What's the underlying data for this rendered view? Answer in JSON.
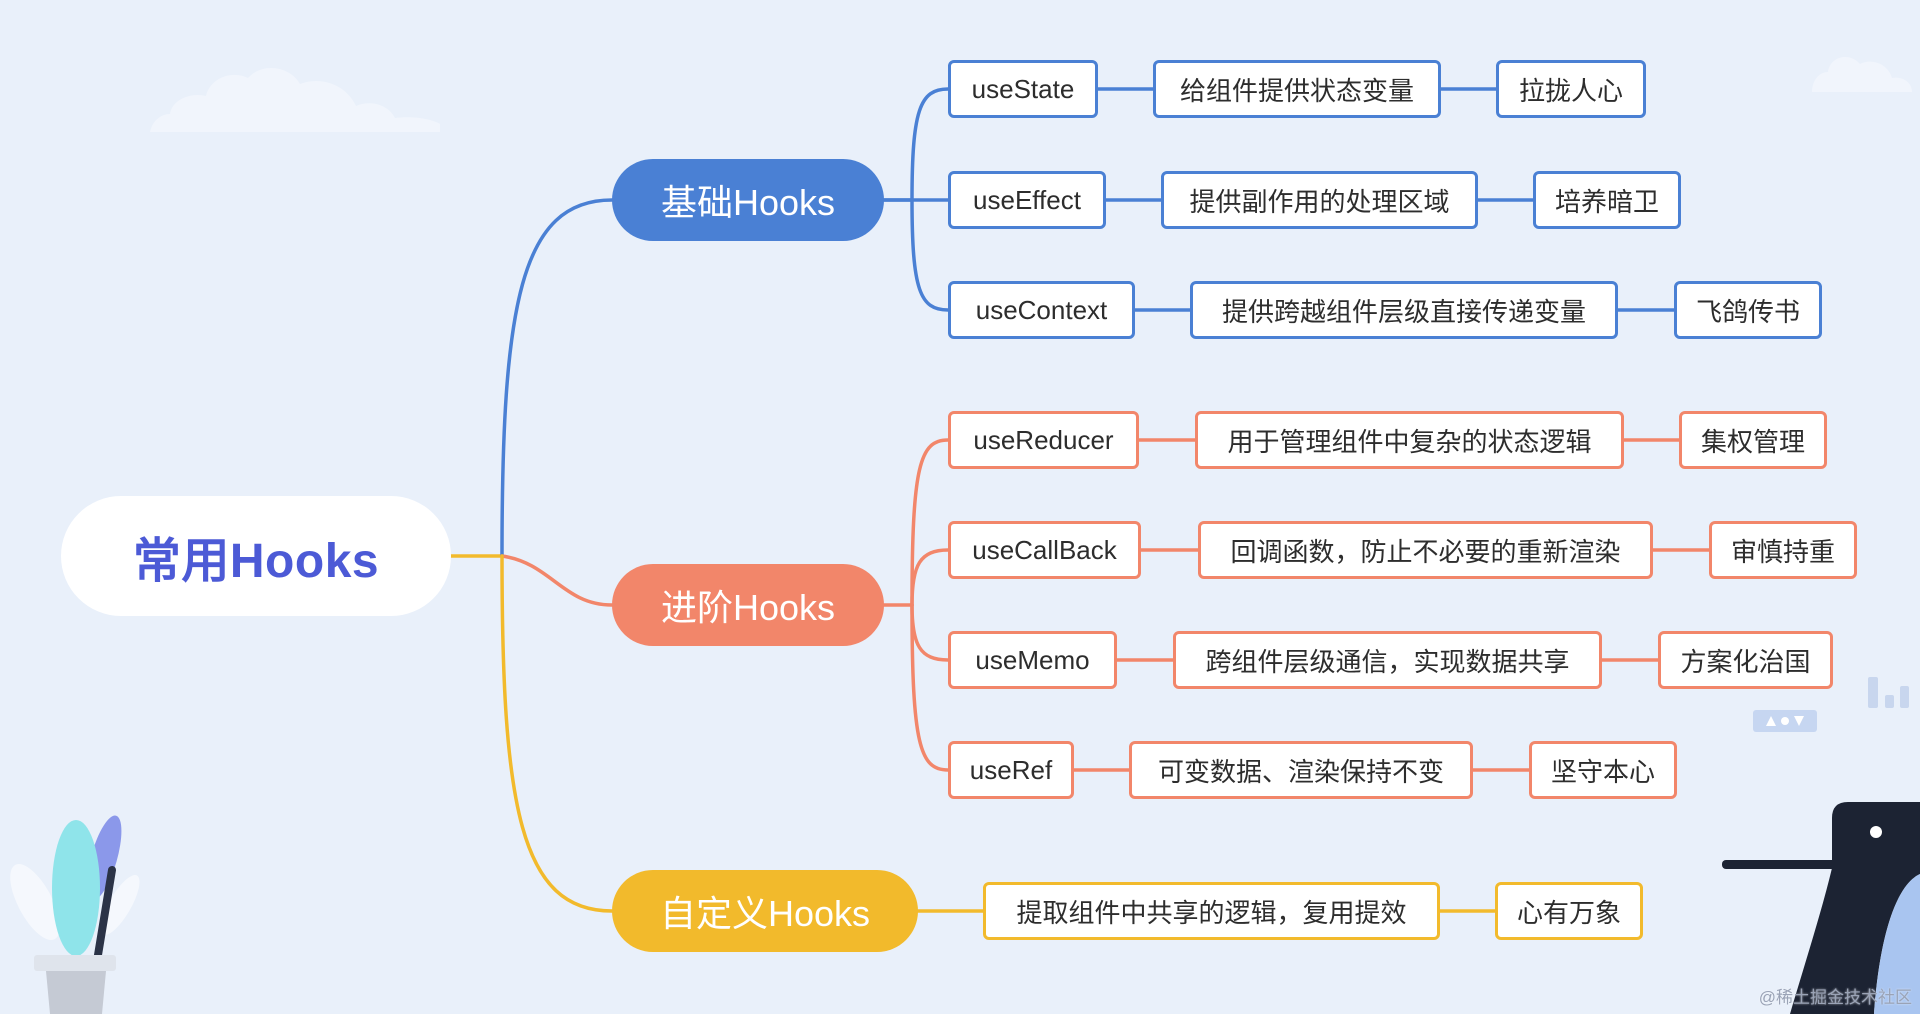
{
  "root": {
    "label": "常用Hooks"
  },
  "branches": [
    {
      "label": "基础Hooks",
      "rows": [
        [
          "useState",
          "给组件提供状态变量",
          "拉拢人心"
        ],
        [
          "useEffect",
          "提供副作用的处理区域",
          "培养暗卫"
        ],
        [
          "useContext",
          "提供跨越组件层级直接传递变量",
          "飞鸽传书"
        ]
      ]
    },
    {
      "label": "进阶Hooks",
      "rows": [
        [
          "useReducer",
          "用于管理组件中复杂的状态逻辑",
          "集权管理"
        ],
        [
          "useCallBack",
          "回调函数，防止不必要的重新渲染",
          "审慎持重"
        ],
        [
          "useMemo",
          "跨组件层级通信，实现数据共享",
          "方案化治国"
        ],
        [
          "useRef",
          "可变数据、渲染保持不变",
          "坚守本心"
        ]
      ]
    },
    {
      "label": "自定义Hooks",
      "rows": [
        [
          "提取组件中共享的逻辑，复用提效",
          "心有万象"
        ]
      ]
    }
  ],
  "colors": {
    "background": "#e9f0fa",
    "root_text": "#4c5ad6",
    "basic": "#4a80d4",
    "advanced": "#f2866a",
    "custom": "#f2ba2c"
  },
  "icons": {
    "chart": "bar-chart-icon",
    "controls": "arrow-controls-icon"
  },
  "watermark": "@稀土掘金技术社区"
}
